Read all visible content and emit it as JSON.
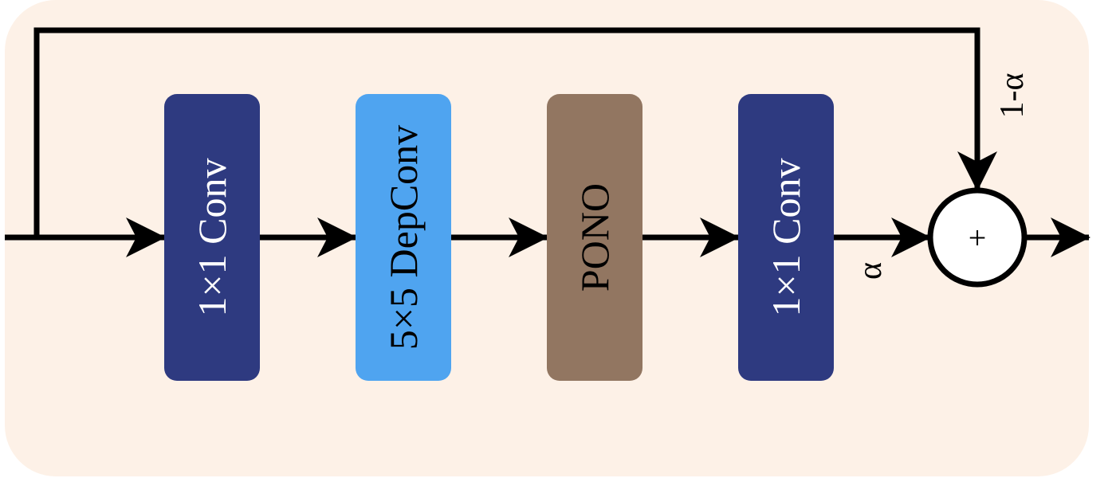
{
  "diagram": {
    "blocks": [
      {
        "label": "1×1 Conv",
        "fill": "#2E3A80",
        "text_color": "#FFFFFF"
      },
      {
        "label": "5×5 DepConv",
        "fill": "#4FA4F0",
        "text_color": "#000000"
      },
      {
        "label": "PONO",
        "fill": "#927661",
        "text_color": "#000000"
      },
      {
        "label": "1×1 Conv",
        "fill": "#2E3A80",
        "text_color": "#FFFFFF"
      }
    ],
    "sum_node": {
      "symbol": "+"
    },
    "weights": {
      "main_path": "α",
      "skip_path": "1-α"
    },
    "colors": {
      "background": "#FDF1E7",
      "line": "#000000"
    }
  }
}
